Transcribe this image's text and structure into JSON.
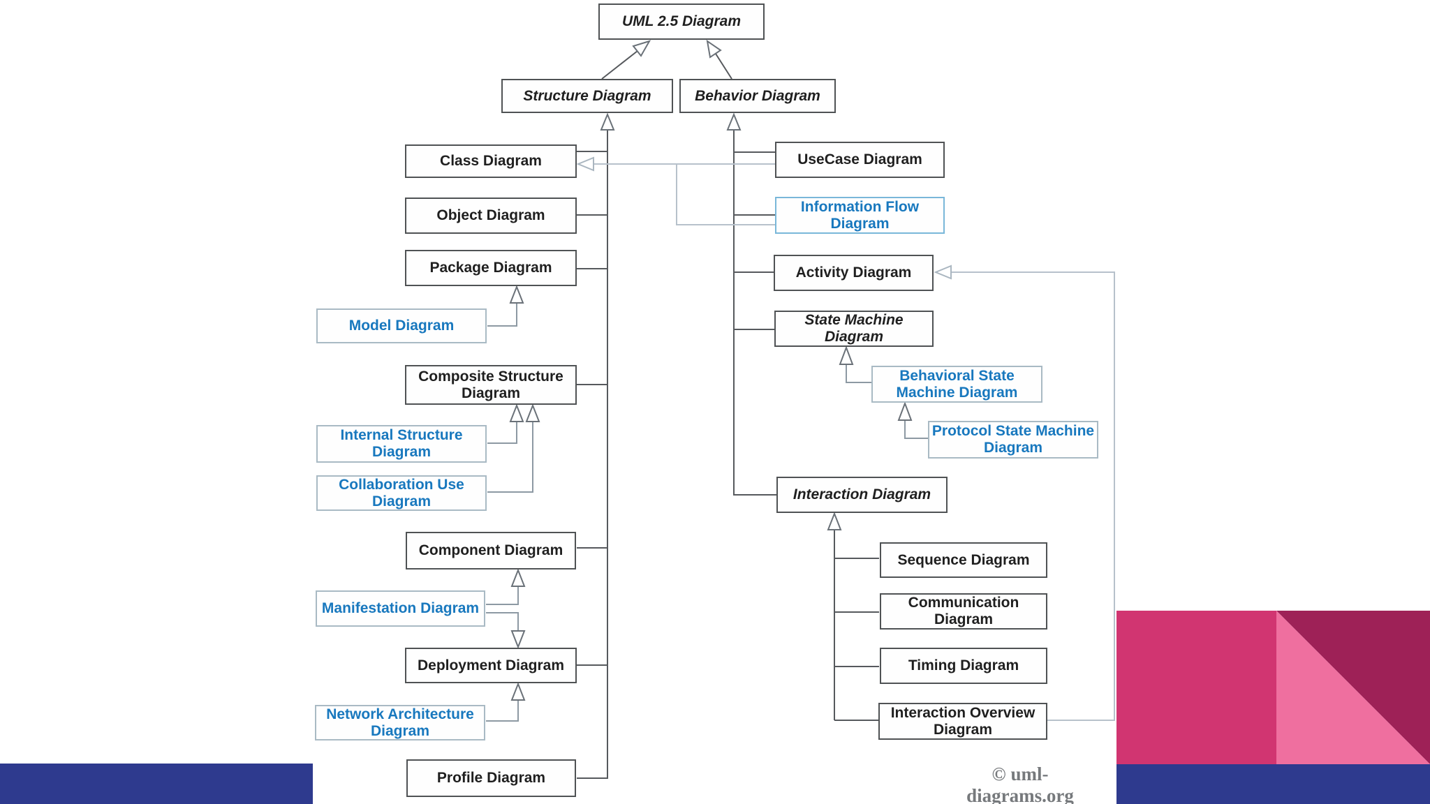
{
  "diagram": {
    "nodes": [
      {
        "id": "uml-2-5-diagram",
        "label": "UML 2.5 Diagram"
      },
      {
        "id": "structure-diagram",
        "label": "Structure Diagram"
      },
      {
        "id": "behavior-diagram",
        "label": "Behavior Diagram"
      },
      {
        "id": "class-diagram",
        "label": "Class Diagram"
      },
      {
        "id": "object-diagram",
        "label": "Object Diagram"
      },
      {
        "id": "package-diagram",
        "label": "Package Diagram"
      },
      {
        "id": "model-diagram",
        "label": "Model Diagram"
      },
      {
        "id": "composite-structure-diagram",
        "label": "Composite Structure Diagram"
      },
      {
        "id": "internal-structure-diagram",
        "label": "Internal Structure Diagram"
      },
      {
        "id": "collaboration-use-diagram",
        "label": "Collaboration Use Diagram"
      },
      {
        "id": "component-diagram",
        "label": "Component Diagram"
      },
      {
        "id": "manifestation-diagram",
        "label": "Manifestation Diagram"
      },
      {
        "id": "deployment-diagram",
        "label": "Deployment Diagram"
      },
      {
        "id": "network-architecture-diagram",
        "label": "Network Architecture Diagram"
      },
      {
        "id": "profile-diagram",
        "label": "Profile Diagram"
      },
      {
        "id": "usecase-diagram",
        "label": "UseCase Diagram"
      },
      {
        "id": "information-flow-diagram",
        "label": "Information Flow Diagram"
      },
      {
        "id": "activity-diagram",
        "label": "Activity Diagram"
      },
      {
        "id": "state-machine-diagram",
        "label": "State Machine Diagram"
      },
      {
        "id": "behavioral-state-machine-diagram",
        "label": "Behavioral State Machine Diagram"
      },
      {
        "id": "protocol-state-machine-diagram",
        "label": "Protocol State Machine Diagram"
      },
      {
        "id": "interaction-diagram",
        "label": "Interaction Diagram"
      },
      {
        "id": "sequence-diagram",
        "label": "Sequence Diagram"
      },
      {
        "id": "communication-diagram",
        "label": "Communication Diagram"
      },
      {
        "id": "timing-diagram",
        "label": "Timing Diagram"
      },
      {
        "id": "interaction-overview-diagram",
        "label": "Interaction Overview Diagram"
      }
    ]
  },
  "footer": {
    "copyright": "© uml-diagrams.org"
  },
  "colors": {
    "core_text": "#1f1f1f",
    "aux_text": "#1878be",
    "core_border": "#4f5254",
    "aux_border": "#a9bac4",
    "info_flow_border": "#79b7d9",
    "connector_dark": "#56595d",
    "connector_light": "#b7c1cb",
    "navy_bar": "#2e3a8e",
    "pink_square": "#d13571",
    "pink_light": "#ef6f9f",
    "maroon_corner": "#9e2157"
  }
}
